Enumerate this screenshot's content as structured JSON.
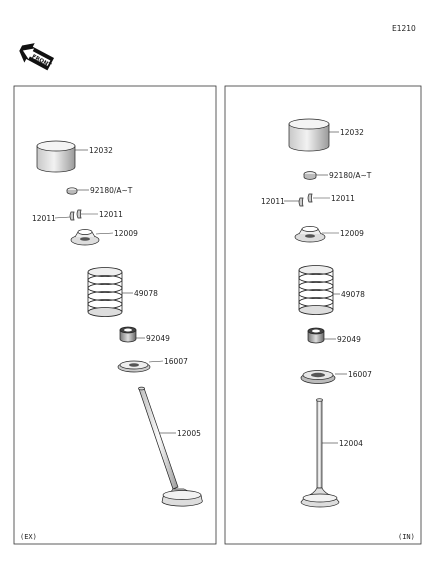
{
  "diagram_code": "E1210",
  "front_badge": "FRONT",
  "panels": {
    "exhaust": {
      "caption": "(EX)",
      "parts": {
        "tappet": "12032",
        "shim": "92180/A~T",
        "cotter_right": "12011",
        "cotter_left": "12011",
        "retainer": "12009",
        "spring": "49078",
        "stem_seal": "92049",
        "spring_seat": "16007",
        "valve": "12005"
      }
    },
    "intake": {
      "caption": "(IN)",
      "parts": {
        "tappet": "12032",
        "shim": "92180/A~T",
        "cotter_right": "12011",
        "cotter_left": "12011",
        "retainer": "12009",
        "spring": "49078",
        "stem_seal": "92049",
        "spring_seat": "16007",
        "valve": "12004"
      }
    }
  },
  "colors": {
    "line": "#222222",
    "shade": "#d0d0d0",
    "dark": "#8a8a8a"
  }
}
